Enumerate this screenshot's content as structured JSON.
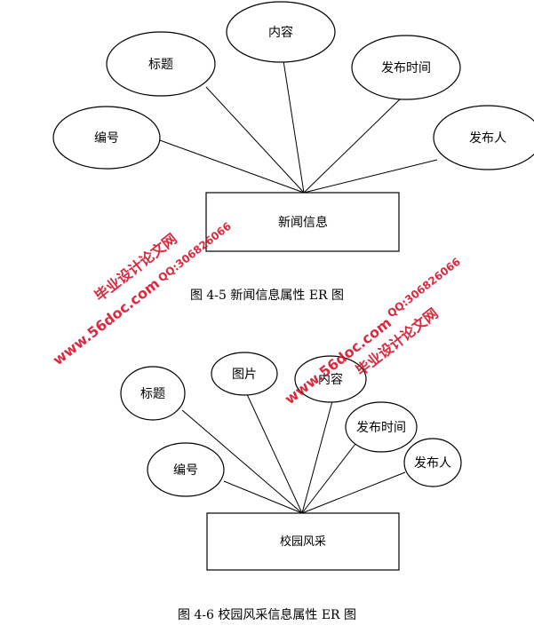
{
  "figure1": {
    "entity": "新闻信息",
    "attributes": [
      "编号",
      "标题",
      "内容",
      "发布时间",
      "发布人"
    ],
    "caption": "图 4-5 新闻信息属性 ER 图"
  },
  "figure2": {
    "entity": "校园风采",
    "attributes": [
      "标题",
      "图片",
      "内容",
      "发布时间",
      "发布人",
      "编号"
    ],
    "caption": "图 4-6 校园风采信息属性 ER 图"
  },
  "watermark": {
    "brand": "毕业设计论文网",
    "site": "www.56doc.com",
    "qq": "QQ:306826066",
    "color": "#d6041c"
  }
}
